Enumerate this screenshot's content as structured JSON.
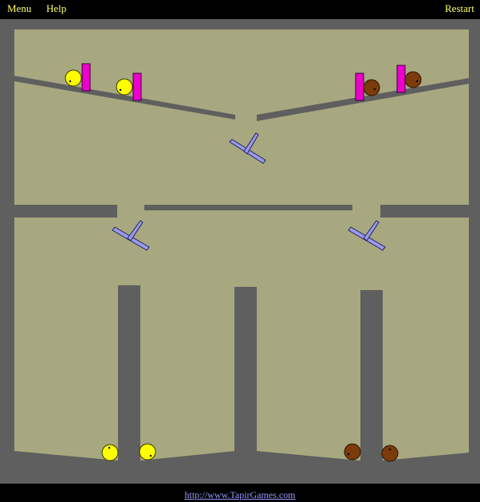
{
  "topbar": {
    "menu_label": "Menu",
    "help_label": "Help",
    "restart_label": "Restart",
    "text_color": "#ffff66"
  },
  "footer": {
    "link_text": "http://www.TapirGames.com",
    "link_color": "#9999ff"
  },
  "colors": {
    "background": "#a8a880",
    "walls": "#5f5f5f",
    "gate": "#ee00cc",
    "yellow_ball": "#ffff00",
    "brown_ball": "#7a3c0a",
    "flipper": "#9999ee"
  }
}
